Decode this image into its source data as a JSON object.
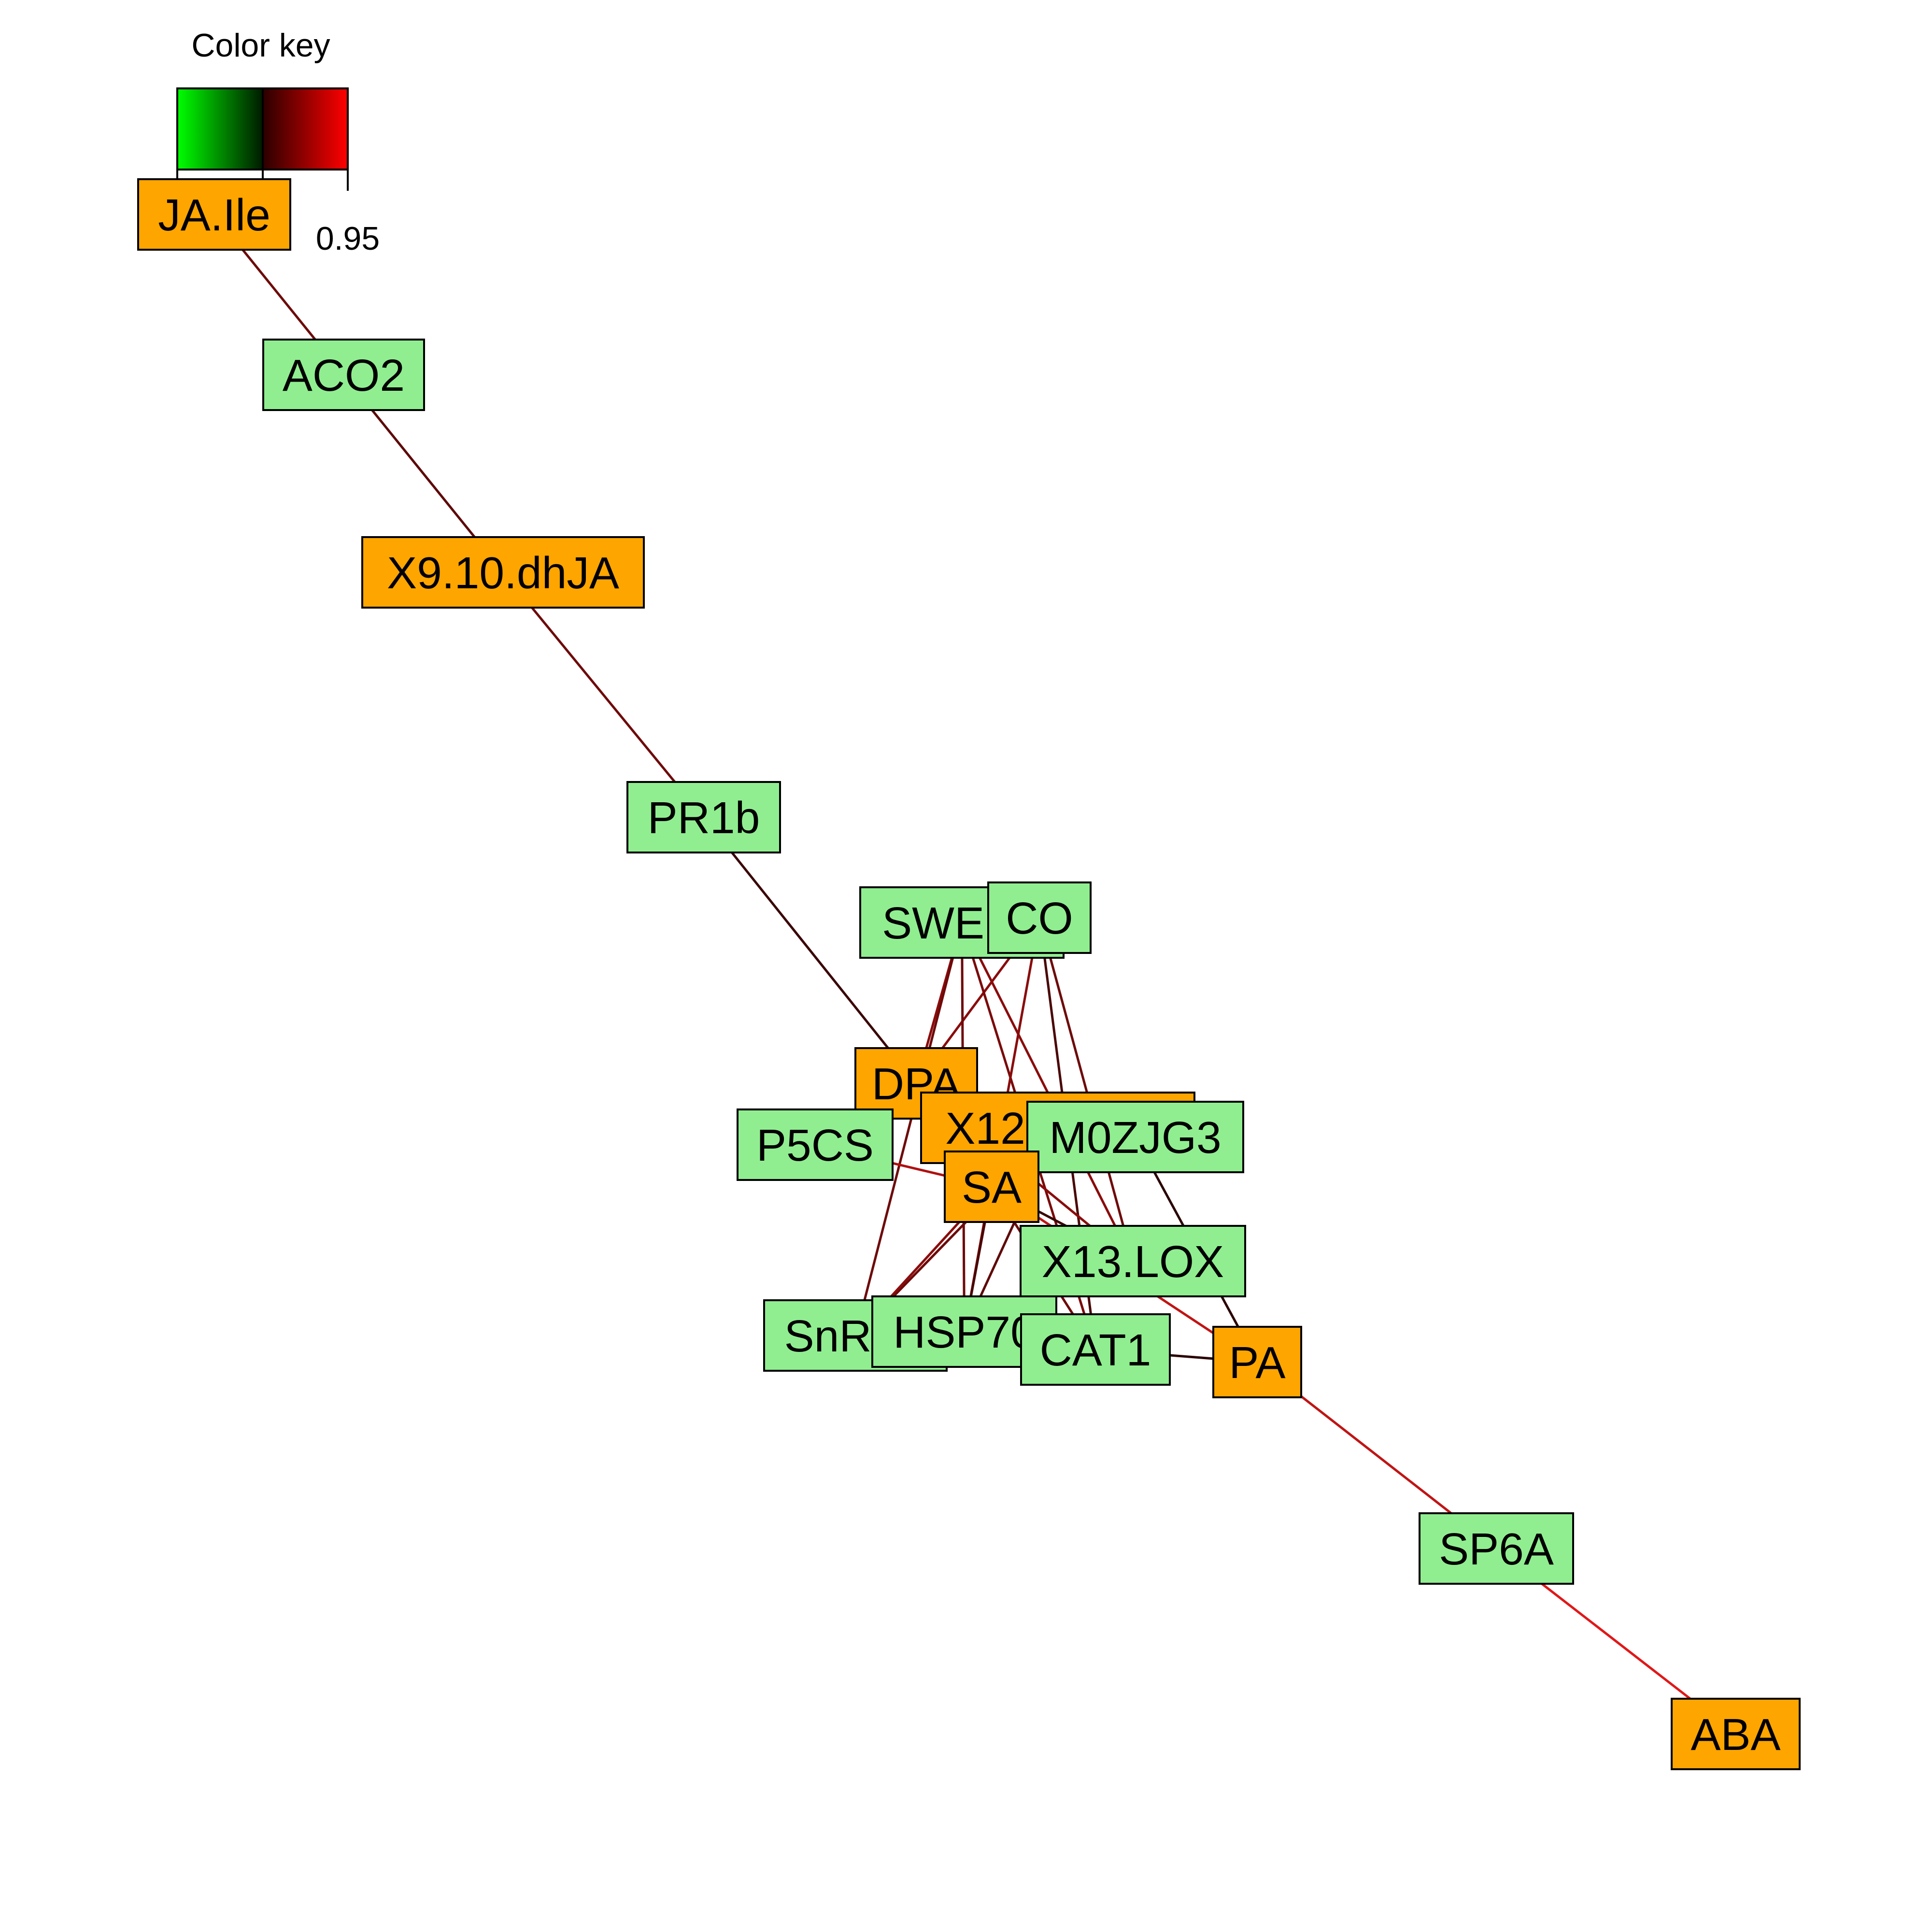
{
  "color_key": {
    "title": "Color key",
    "max_label": "0.95",
    "gradient": [
      "#00ff00",
      "#001a00",
      "#2a0000",
      "#ff0000"
    ]
  },
  "node_colors": {
    "metabolite": "#ffa500",
    "gene": "#90ee90"
  },
  "nodes": [
    {
      "id": "JA.Ile",
      "label": "JA.Ile",
      "kind": "metabolite"
    },
    {
      "id": "ACO2",
      "label": "ACO2",
      "kind": "gene"
    },
    {
      "id": "X9.10.dhJA",
      "label": "X9.10.dhJA",
      "kind": "metabolite"
    },
    {
      "id": "PR1b",
      "label": "PR1b",
      "kind": "gene"
    },
    {
      "id": "SWEET",
      "label": "SWEET",
      "kind": "gene"
    },
    {
      "id": "CO",
      "label": "CO",
      "kind": "gene"
    },
    {
      "id": "DPA",
      "label": "DPA",
      "kind": "metabolite"
    },
    {
      "id": "X12.OH.JA",
      "label": "X12.OH.JA",
      "kind": "metabolite"
    },
    {
      "id": "P5CS",
      "label": "P5CS",
      "kind": "gene"
    },
    {
      "id": "MOZJG3",
      "label": "M0ZJG3",
      "kind": "gene"
    },
    {
      "id": "SA",
      "label": "SA",
      "kind": "metabolite"
    },
    {
      "id": "X13.LOX",
      "label": "X13.LOX",
      "kind": "gene"
    },
    {
      "id": "SnRK2",
      "label": "SnRK2",
      "kind": "gene"
    },
    {
      "id": "HSP70",
      "label": "HSP70",
      "kind": "gene"
    },
    {
      "id": "CAT1",
      "label": "CAT1",
      "kind": "gene"
    },
    {
      "id": "PA",
      "label": "PA",
      "kind": "metabolite"
    },
    {
      "id": "SP6A",
      "label": "SP6A",
      "kind": "gene"
    },
    {
      "id": "ABA",
      "label": "ABA",
      "kind": "metabolite"
    }
  ],
  "edges": [
    {
      "from": "JA.Ile",
      "to": "ACO2",
      "color": "#6e0a0a"
    },
    {
      "from": "ACO2",
      "to": "X9.10.dhJA",
      "color": "#5e0808"
    },
    {
      "from": "X9.10.dhJA",
      "to": "PR1b",
      "color": "#6e0a0a"
    },
    {
      "from": "PR1b",
      "to": "DPA",
      "color": "#3a0404"
    },
    {
      "from": "SWEET",
      "to": "DPA",
      "color": "#8a0c0c"
    },
    {
      "from": "CO",
      "to": "DPA",
      "color": "#8a0c0c"
    },
    {
      "from": "SWEET",
      "to": "HSP70",
      "color": "#6e0a0a"
    },
    {
      "from": "SWEET",
      "to": "CAT1",
      "color": "#7a0a0a"
    },
    {
      "from": "SWEET",
      "to": "X13.LOX",
      "color": "#8a0c0c"
    },
    {
      "from": "CO",
      "to": "HSP70",
      "color": "#8a0c0c"
    },
    {
      "from": "CO",
      "to": "CAT1",
      "color": "#4a0606"
    },
    {
      "from": "CO",
      "to": "X13.LOX",
      "color": "#6e0a0a"
    },
    {
      "from": "SWEET",
      "to": "SnRK2",
      "color": "#6e0a0a"
    },
    {
      "from": "P5CS",
      "to": "SA",
      "color": "#b01010"
    },
    {
      "from": "SA",
      "to": "PA",
      "color": "#c01414"
    },
    {
      "from": "MOZJG3",
      "to": "PA",
      "color": "#2a0303"
    },
    {
      "from": "X12.OH.JA",
      "to": "SnRK2",
      "color": "#6e0a0a"
    },
    {
      "from": "SA",
      "to": "SnRK2",
      "color": "#8a0c0c"
    },
    {
      "from": "SA",
      "to": "HSP70",
      "color": "#4a0606"
    },
    {
      "from": "SA",
      "to": "CAT1",
      "color": "#6e0a0a"
    },
    {
      "from": "SA",
      "to": "X13.LOX",
      "color": "#3a0404"
    },
    {
      "from": "DPA",
      "to": "X13.LOX",
      "color": "#8a0c0c"
    },
    {
      "from": "X12.OH.JA",
      "to": "HSP70",
      "color": "#5e0808"
    },
    {
      "from": "CAT1",
      "to": "PA",
      "color": "#2a0303"
    },
    {
      "from": "PA",
      "to": "SP6A",
      "color": "#c01414"
    },
    {
      "from": "SP6A",
      "to": "ABA",
      "color": "#e01818"
    }
  ]
}
